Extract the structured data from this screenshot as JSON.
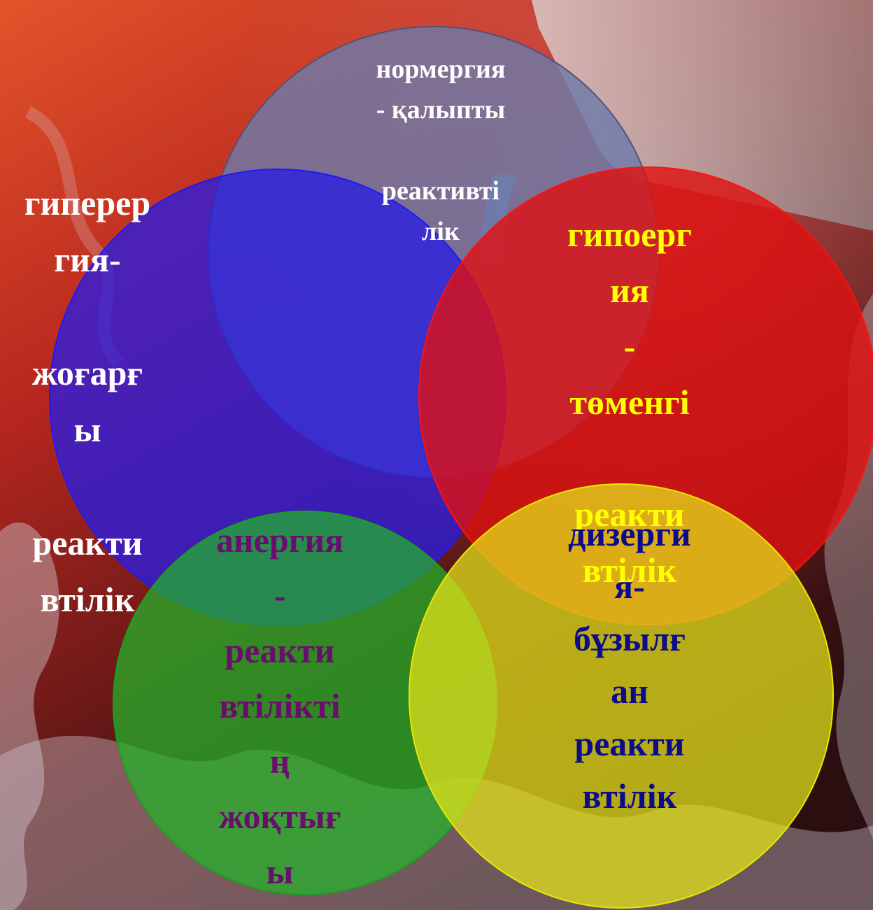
{
  "diagram": {
    "circles": [
      {
        "id": "normergy",
        "color": "#6e7aa8",
        "opacity": 0.82,
        "stroke": "#4a567a"
      },
      {
        "id": "hyperergy",
        "color": "#2a1ee0",
        "opacity": 0.78,
        "stroke": "#1a1aff"
      },
      {
        "id": "hypoergy",
        "color": "#e01010",
        "opacity": 0.8,
        "stroke": "#ff1010"
      },
      {
        "id": "anergy",
        "color": "#22b52a",
        "opacity": 0.72,
        "stroke": "#18a020"
      },
      {
        "id": "dysergy",
        "color": "#e2e21a",
        "opacity": 0.74,
        "stroke": "#e8e800"
      }
    ],
    "labels": {
      "normergy": "нормергия\n- қалыпты\n\nреактивті\nлік",
      "hyperergy": "гиперер\nгия-\n\nжоғарғ\nы\n\nреакти\nвтілік",
      "hypoergy": "гипоерг\nия\n-\nтөменгі\n\nреакти\nвтілік",
      "anergy": "анергия\n-\nреакти\nвтілікті\nң\nжоқтығ\nы",
      "dysergy": "дизерги\nя-\nбұзылғ\nан\nреакти\nвтілік"
    }
  },
  "background": {
    "orange": "#e2542a",
    "red": "#a8201e",
    "dark": "#2a0e10",
    "smoke": "#cfc7cf",
    "liquid": "#5a9ad8"
  }
}
